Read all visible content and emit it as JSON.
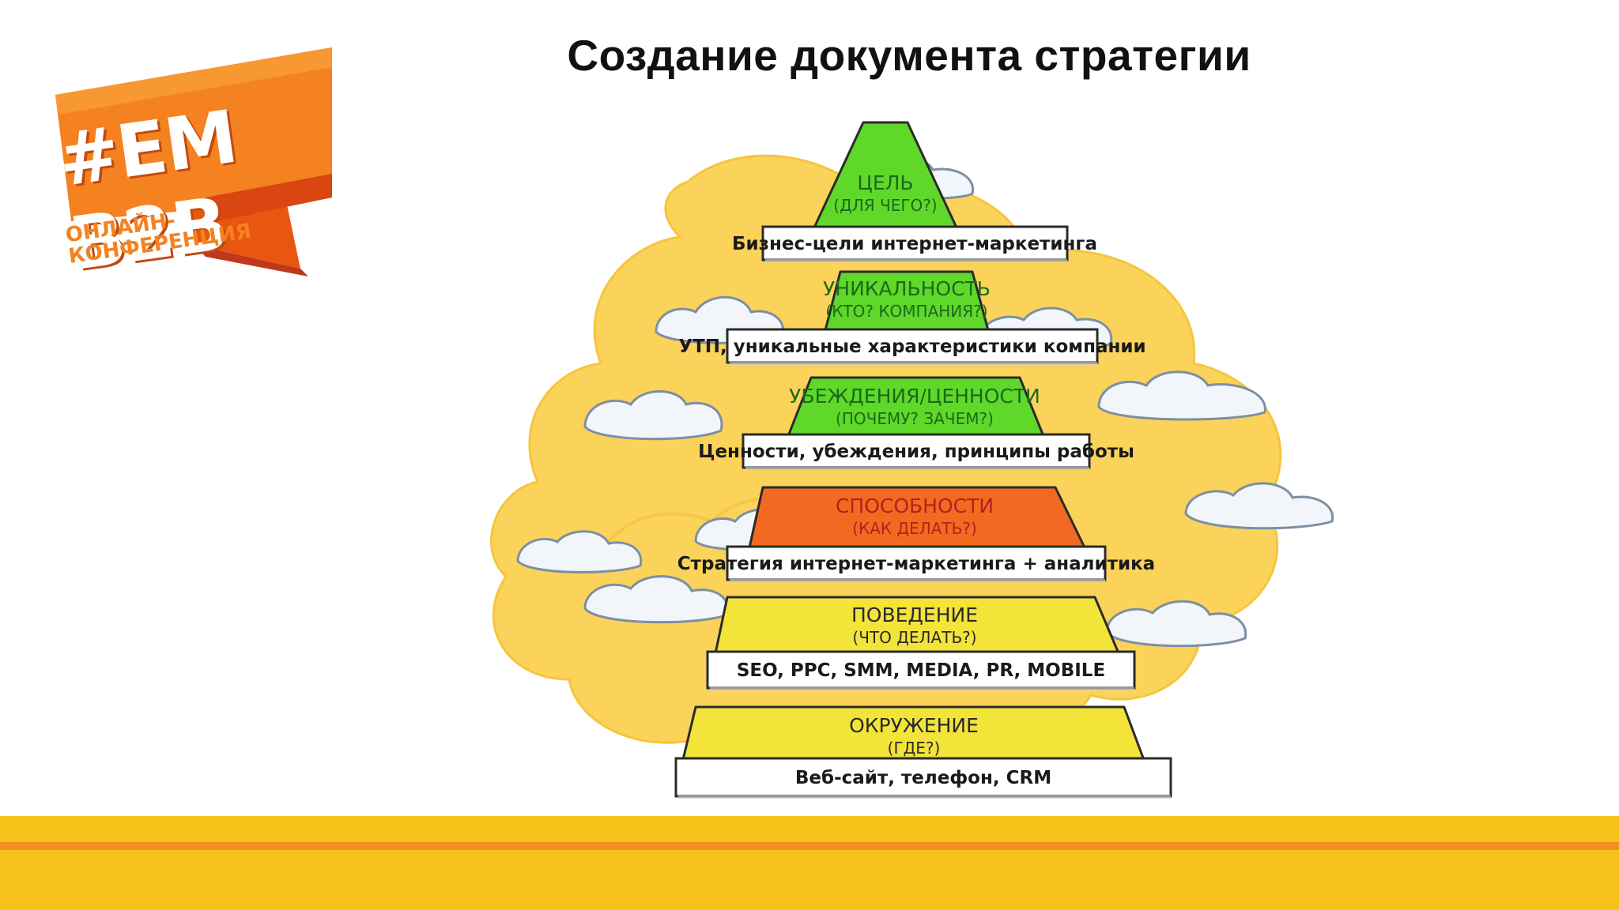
{
  "slide": {
    "title": "Создание документа стратегии"
  },
  "logo": {
    "tag": "#EM B2B",
    "line1": "ОНЛАЙН-",
    "line2": "КОНФЕРЕНЦИЯ",
    "colors": {
      "orange": "#f58220",
      "dark_orange": "#e8560f",
      "red": "#c0381b"
    }
  },
  "pyramid": {
    "tiers": [
      {
        "title": "ЦЕЛЬ",
        "question": "(ДЛЯ ЧЕГО?)",
        "plank": "Бизнес-цели интернет-маркетинга",
        "color": "#5fd829"
      },
      {
        "title": "УНИКАЛЬНОСТЬ",
        "question": "(КТО? КОМПАНИЯ?)",
        "plank": "УТП, уникальные характеристики компании",
        "color": "#5fd829"
      },
      {
        "title": "УБЕЖДЕНИЯ/ЦЕННОСТИ",
        "question": "(ПОЧЕМУ? ЗАЧЕМ?)",
        "plank": "Ценности, убеждения, принципы работы",
        "color": "#5fd829"
      },
      {
        "title": "СПОСОБНОСТИ",
        "question": "(КАК ДЕЛАТЬ?)",
        "plank": "Стратегия интернет-маркетинга + аналитика",
        "color": "#f26a21"
      },
      {
        "title": "ПОВЕДЕНИЕ",
        "question": "(ЧТО ДЕЛАТЬ?)",
        "plank": "SEO, PPC, SMM, MEDIA, PR, MOBILE",
        "color": "#f3e43a"
      },
      {
        "title": "ОКРУЖЕНИЕ",
        "question": "(ГДЕ?)",
        "plank": "Веб-сайт, телефон, CRM",
        "color": "#f3e43a"
      }
    ],
    "background_color": "#fbd35a",
    "cloud_color": "#f2f6fa"
  },
  "footer": {
    "band_colors": {
      "yellow": "#f7c31b",
      "orange": "#f58d22"
    }
  }
}
